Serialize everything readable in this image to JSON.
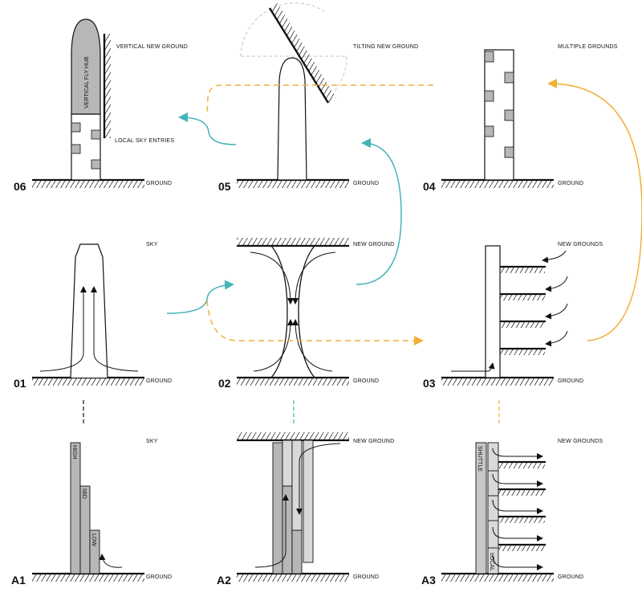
{
  "colors": {
    "ink": "#111111",
    "teal": "#46b3b8",
    "orange": "#f0b03a",
    "gray_fill": "#b7b7b7",
    "light_fill": "#d9d9d9",
    "mid_fill": "#c8c8c8",
    "dashed_gray": "#bdbdbd"
  },
  "panels": {
    "p06": {
      "number": "06",
      "label_top": "VERTICAL NEW GROUND",
      "label_mid": "LOCAL SKY ENTRIES",
      "hub_text": "VERTICAL FLY HUB",
      "ground": "GROUND"
    },
    "p05": {
      "number": "05",
      "label_top": "TILTING NEW GROUND",
      "ground": "GROUND"
    },
    "p04": {
      "number": "04",
      "label_top": "MULTIPLE GROUNDS",
      "ground": "GROUND"
    },
    "p01": {
      "number": "01",
      "label_top": "SKY",
      "ground": "GROUND"
    },
    "p02": {
      "number": "02",
      "label_top": "NEW GROUND",
      "ground": "GROUND"
    },
    "p03": {
      "number": "03",
      "label_top": "NEW GROUNDS",
      "ground": "GROUND"
    },
    "a1": {
      "number": "A1",
      "label_top": "SKY",
      "ground": "GROUND",
      "high": "HIGH",
      "mid": "MID",
      "low": "LOW"
    },
    "a2": {
      "number": "A2",
      "label_top": "NEW GROUND",
      "ground": "GROUND"
    },
    "a3": {
      "number": "A3",
      "label_top": "NEW GROUNDS",
      "ground": "GROUND",
      "shuttle": "SHUTTLE",
      "local": "LOCAL"
    }
  }
}
